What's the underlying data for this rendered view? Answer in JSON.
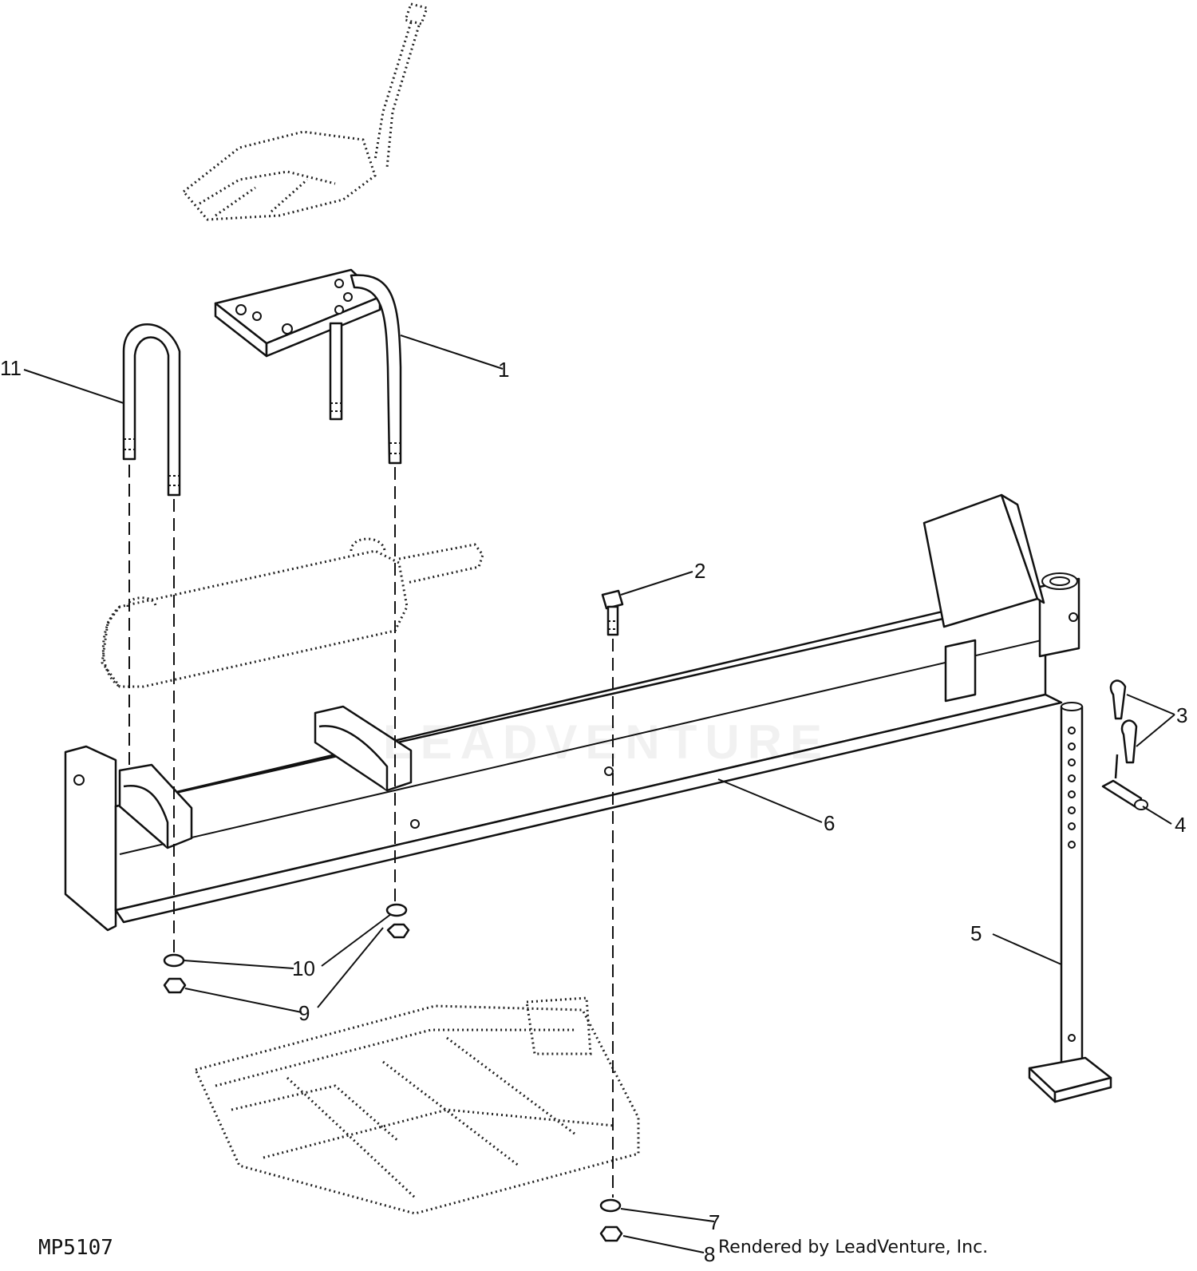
{
  "figure": {
    "code": "MP5107",
    "credit": "Rendered by LeadVenture, Inc.",
    "watermark": "LEADVENTURE"
  },
  "callouts": [
    "1",
    "2",
    "3",
    "4",
    "5",
    "6",
    "7",
    "8",
    "9",
    "10",
    "11"
  ]
}
